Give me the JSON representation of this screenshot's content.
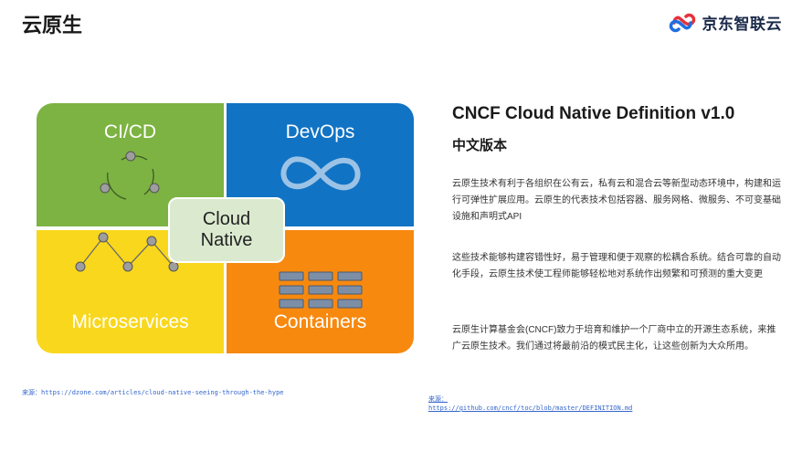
{
  "header": {
    "title": "云原生",
    "brand_name": "京东智联云"
  },
  "diagram": {
    "quadrants": {
      "cicd": "CI/CD",
      "devops": "DevOps",
      "microservices": "Microservices",
      "containers": "Containers"
    },
    "center": {
      "line1": "Cloud",
      "line2": "Native"
    },
    "colors": {
      "cicd": "#7cb342",
      "devops": "#1173c4",
      "microservices": "#f9d71c",
      "containers": "#f7890f"
    }
  },
  "sources": {
    "left": "来源：https://dzone.com/articles/cloud-native-seeing-through-the-hype",
    "right_label": "来源：",
    "right_url": "https://github.com/cncf/toc/blob/master/DEFINITION.md"
  },
  "content": {
    "heading": "CNCF Cloud Native Definition v1.0",
    "subheading": "中文版本",
    "paragraphs": [
      "云原生技术有利于各组织在公有云，私有云和混合云等新型动态环境中，构建和运行可弹性扩展应用。云原生的代表技术包括容器、服务网格、微服务、不可变基础设施和声明式API",
      "这些技术能够构建容错性好，易于管理和便于观察的松耦合系统。结合可靠的自动化手段，云原生技术使工程师能够轻松地对系统作出频繁和可预测的重大变更",
      "云原生计算基金会(CNCF)致力于培育和维护一个厂商中立的开源生态系统，来推广云原生技术。我们通过将最前沿的模式民主化，让这些创新为大众所用。"
    ]
  }
}
